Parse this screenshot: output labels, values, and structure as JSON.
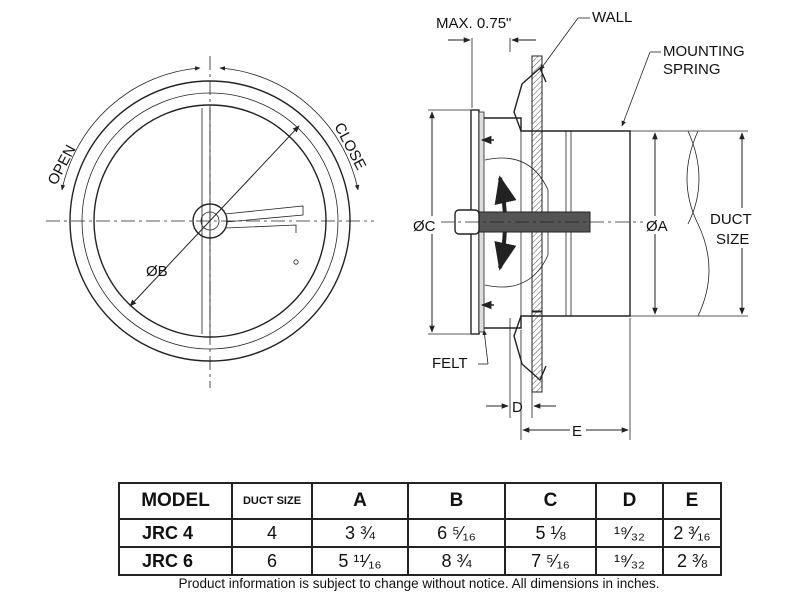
{
  "front_view": {
    "open_label": "OPEN",
    "close_label": "CLOSE",
    "b_label": "ØB"
  },
  "side_view": {
    "max_label": "MAX. 0.75\"",
    "wall_label": "WALL",
    "spring_label_1": "MOUNTING",
    "spring_label_2": "SPRING",
    "c_label": "ØC",
    "a_label": "ØA",
    "duct_label_1": "DUCT",
    "duct_label_2": "SIZE",
    "felt_label": "FELT",
    "d_label": "D",
    "e_label": "E"
  },
  "table": {
    "headers": [
      "MODEL",
      "DUCT SIZE",
      "A",
      "B",
      "C",
      "D",
      "E"
    ],
    "rows": [
      [
        "JRC  4",
        "4",
        "3 ¾",
        "6 ⁵⁄₁₆",
        "5 ⅛",
        "¹⁹⁄₃₂",
        "2 ³⁄₁₆"
      ],
      [
        "JRC  6",
        "6",
        "5 ¹¹⁄₁₆",
        "8 ¾",
        "7 ⁵⁄₁₆",
        "¹⁹⁄₃₂",
        "2 ⅜"
      ]
    ]
  },
  "footnote": "Product information is subject to change without notice. All dimensions in inches."
}
